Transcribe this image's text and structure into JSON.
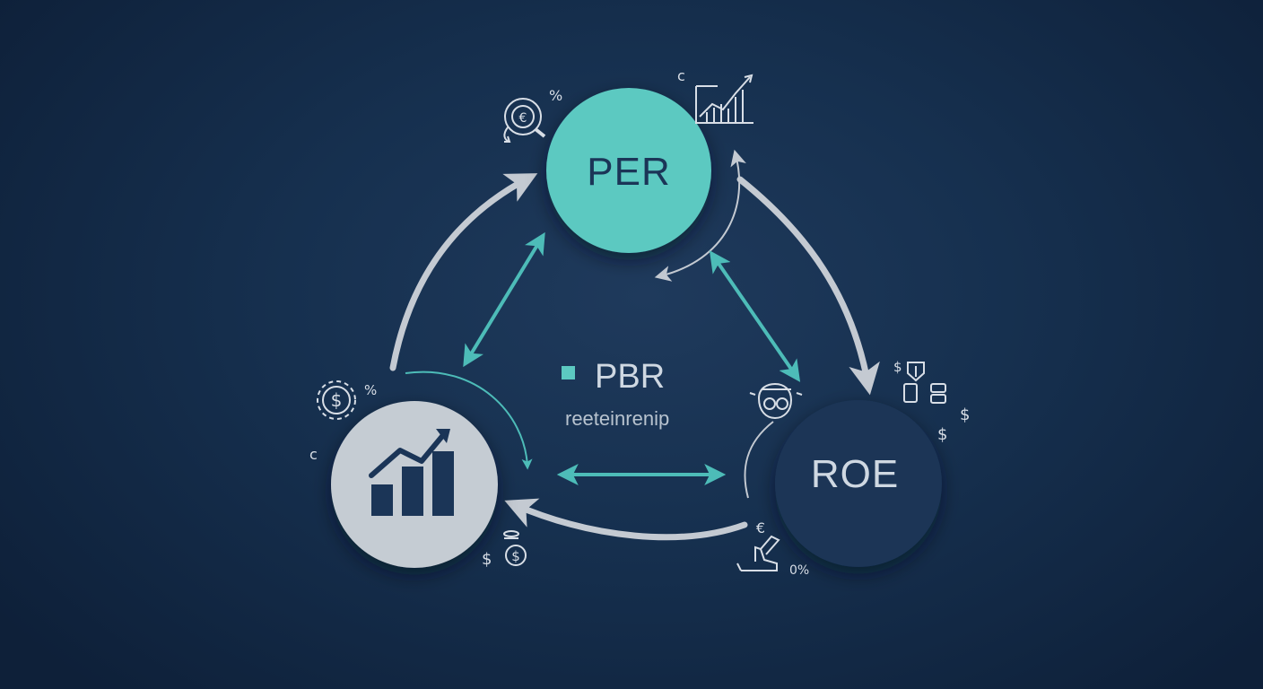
{
  "nodes": {
    "per": {
      "label": "PER"
    },
    "roe": {
      "label": "ROE"
    },
    "pbr": {
      "label": "PBR",
      "sublabel": "reeteinrenip"
    }
  },
  "decorations": {
    "per_left_percent": "%",
    "per_right_c": "c",
    "growth_left_percent": "%",
    "growth_left_c": "c",
    "growth_bottom_dollar": "$",
    "roe_top_dollar": "$",
    "roe_right_dollar_1": "$",
    "roe_right_dollar_2": "$",
    "roe_bottom_percent": "0%"
  },
  "colors": {
    "per_fill": "#5cc9c1",
    "roe_fill": "#1b3557",
    "growth_fill": "#c5ccd3",
    "teal_arrow": "#4dbcb8",
    "gray_arrow": "#c4cad2",
    "icon_stroke": "#d8dee6",
    "text_light": "#cfd8e2",
    "text_dark": "#1b3557"
  },
  "icons": [
    "euro-search-icon",
    "line-chart-icon",
    "gear-dollar-icon",
    "bar-growth-icon",
    "dollar-coin-icon",
    "blocks-dollar-icon",
    "person-icon",
    "hand-coin-icon"
  ]
}
